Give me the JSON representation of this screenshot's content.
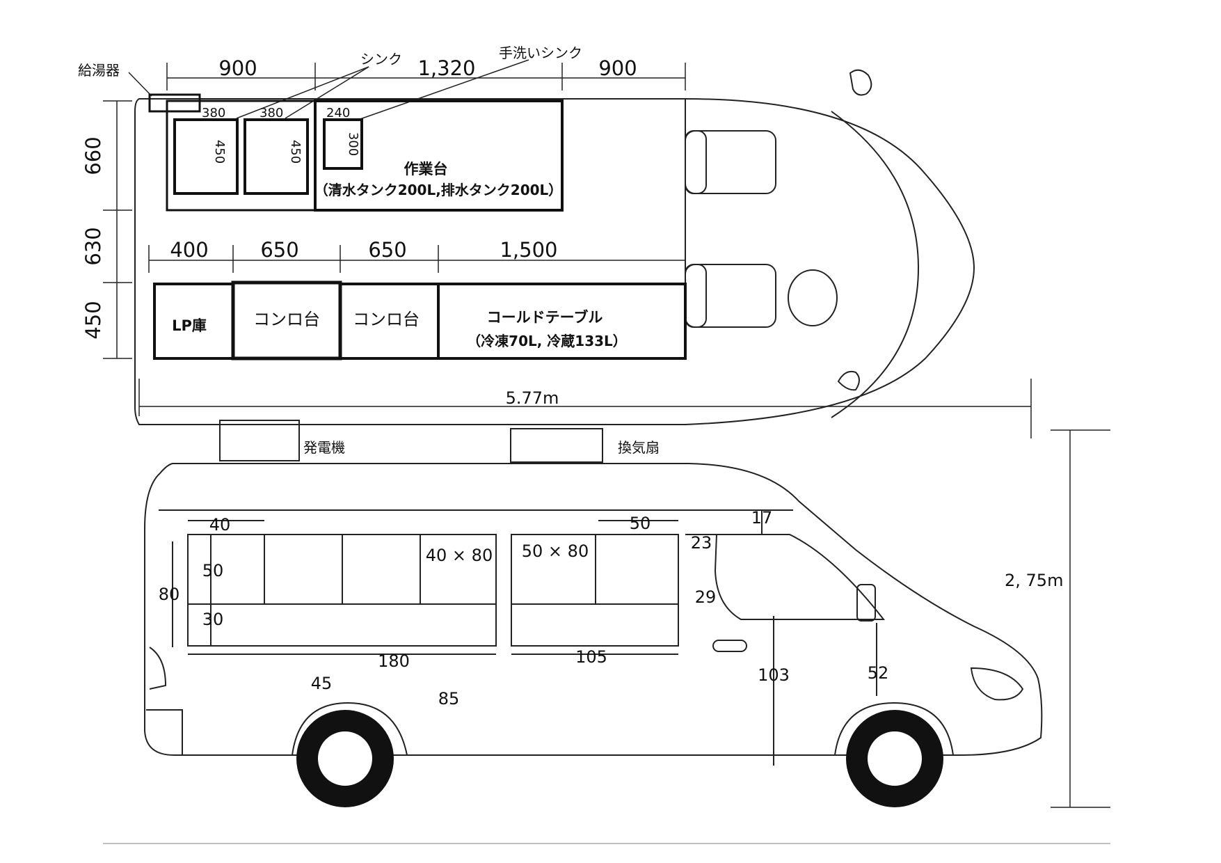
{
  "top": {
    "dims_upper": [
      "900",
      "1,320",
      "900"
    ],
    "dims_lower": [
      "400",
      "650",
      "650",
      "1,500"
    ],
    "dims_left": [
      "660",
      "630",
      "450"
    ],
    "callouts": {
      "water_heater": "給湯器",
      "sink": "シンク",
      "hand_sink": "手洗いシンク"
    },
    "sink1": {
      "w": "380",
      "h": "450"
    },
    "sink2": {
      "w": "380",
      "h": "450"
    },
    "hand_sink": {
      "w": "240",
      "h": "300"
    },
    "workbench": {
      "title": "作業台",
      "detail": "（清水タンク200L,排水タンク200L）"
    },
    "lower_row": {
      "lp": "LP庫",
      "stove1": "コンロ台",
      "stove2": "コンロ台",
      "cold_table": "コールドテーブル",
      "cold_detail": "（冷凍70L, 冷蔵133L）"
    }
  },
  "overall": {
    "length": "5.77m",
    "height": "2, 75m"
  },
  "side": {
    "generator": "発電機",
    "vent_fan": "換気扇",
    "dims": {
      "d40": "40",
      "d50_left": "50",
      "d80": "80",
      "d30": "30",
      "w40x80": "40 × 80",
      "w50x80": "50 × 80",
      "d50_right": "50",
      "d17": "17",
      "d23": "23",
      "d29": "29",
      "d180": "180",
      "d105": "105",
      "d45": "45",
      "d85": "85",
      "d103": "103",
      "d52": "52"
    }
  }
}
